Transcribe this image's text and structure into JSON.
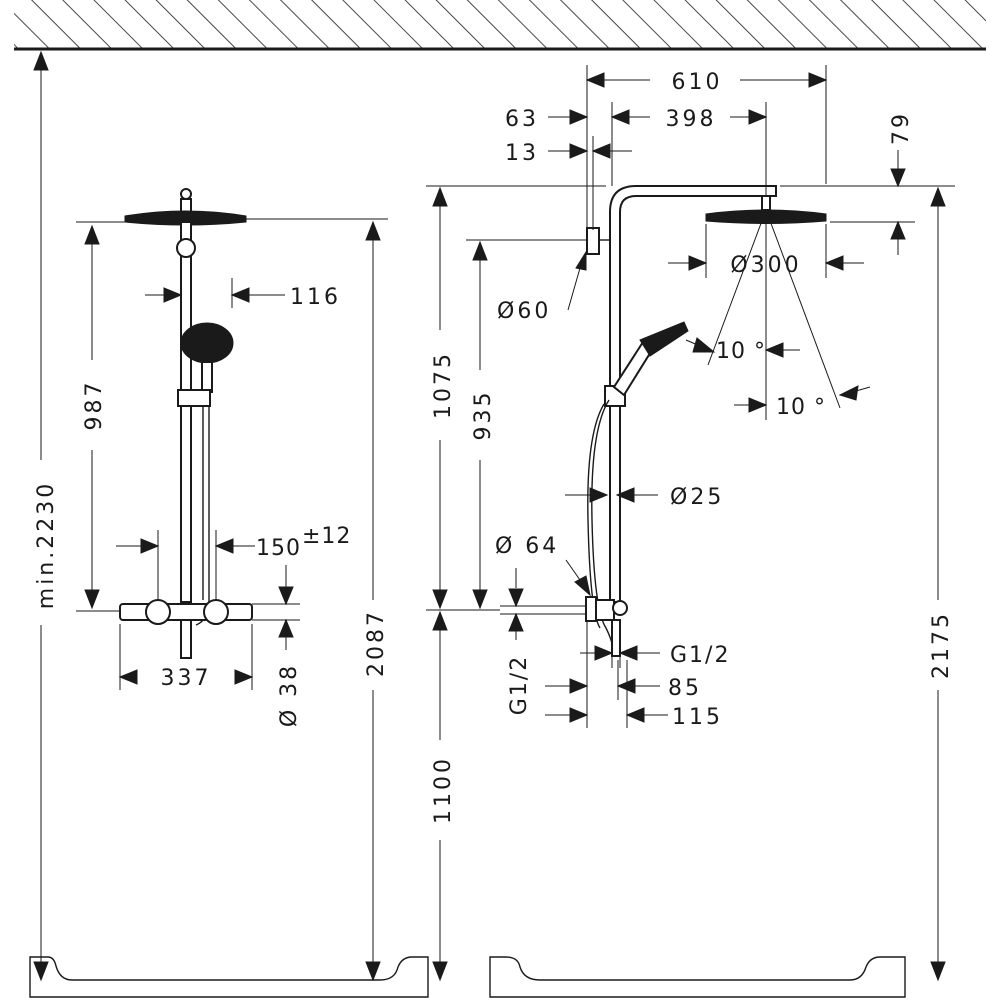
{
  "drawing": {
    "front_view": {
      "total_height_label": "min.2230",
      "overhead_to_thermostat_label": "987",
      "pipe_offset_label": "116",
      "thermostat_centers_label": "150",
      "thermostat_centers_tolerance": "±12",
      "thermostat_width_label": "337",
      "thermostat_diameter_label": "Ø 38",
      "floor_to_overhead_label": "2087"
    },
    "side_view": {
      "arm_reach_label": "610",
      "wall_to_arm_label": "63",
      "arm_length_label": "398",
      "wall_plate_label": "13",
      "arm_height_label": "79",
      "overhead_diameter_label": "Ø300",
      "bracket_diameter_label": "Ø60",
      "handshower_angle_label": "10 °",
      "overhead_angle_label": "10 °",
      "column_height_label": "1075",
      "bracket_height_label": "935",
      "hose_diameter_label": "Ø25",
      "connection_diameter_label": "Ø 64",
      "outlet_thread_label": "G1/2",
      "inlet_thread_label": "G1/2",
      "depth_85_label": "85",
      "depth_115_label": "115",
      "thermostat_height_label": "1100",
      "overall_height_label": "2175"
    }
  }
}
